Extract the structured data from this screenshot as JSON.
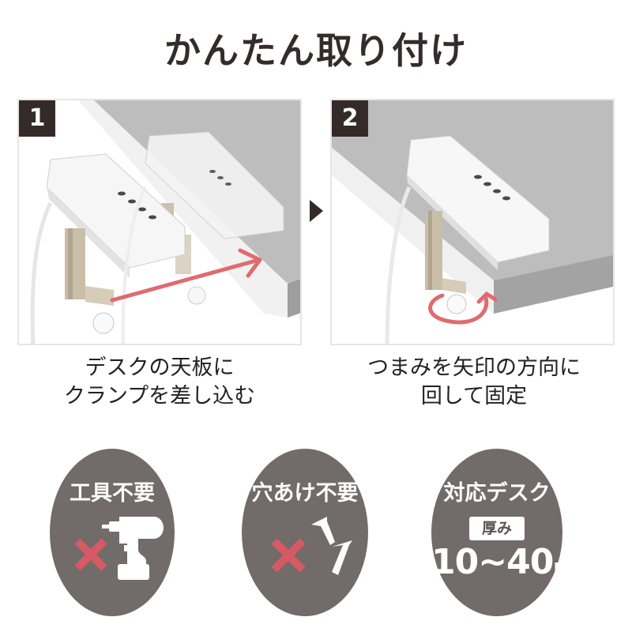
{
  "header": {
    "title": "かんたん取り付け"
  },
  "steps": [
    {
      "number": "1",
      "caption_line1": "デスクの天板に",
      "caption_line2": "クランプを差し込む",
      "illustration": "clamp-slide-onto-desk"
    },
    {
      "number": "2",
      "caption_line1": "つまみを矢印の方向に",
      "caption_line2": "回して固定",
      "illustration": "knob-rotate-to-fix"
    }
  ],
  "features": [
    {
      "label": "工具不要",
      "icon": "drill-icon",
      "crossed": true
    },
    {
      "label": "穴あけ不要",
      "icon": "screws-icon",
      "crossed": true
    },
    {
      "label": "対応デスク",
      "chip": "厚み",
      "range_value": "10~40",
      "range_unit": "mm"
    }
  ],
  "colors": {
    "badge": "#342a28",
    "circle": "#716b69",
    "cross": "#d65a63",
    "arrow": "#e06b6f",
    "desk": "#bdbdbd"
  }
}
